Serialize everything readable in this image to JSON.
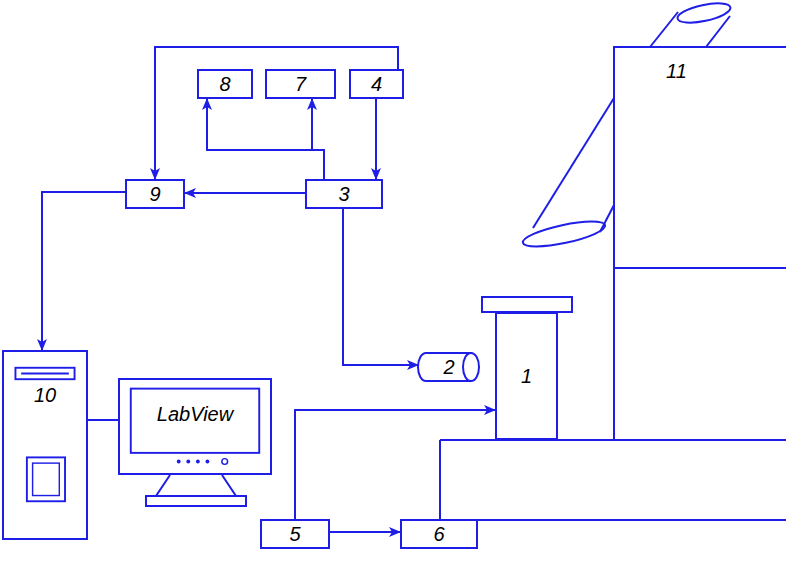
{
  "diagram": {
    "nodes": [
      {
        "text": [
          "8"
        ]
      },
      {
        "text": [
          "7"
        ]
      },
      {
        "text": [
          "4"
        ]
      },
      {
        "text": [
          "9"
        ]
      },
      {
        "text": [
          "3"
        ]
      },
      {
        "text": [
          "1"
        ]
      },
      {
        "text": [
          "2"
        ]
      },
      {
        "text": [
          "10"
        ]
      },
      {
        "text": [
          "LabView"
        ]
      },
      {
        "text": [
          "5"
        ]
      },
      {
        "text": [
          "6"
        ]
      }
    ],
    "edges": [
      {
        "from": 2,
        "to": 4,
        "arrow": "to"
      },
      {
        "from": 2,
        "to": 3,
        "arrow": "to"
      },
      {
        "from": 4,
        "to": 0,
        "arrow": "to"
      },
      {
        "from": 4,
        "to": 1,
        "arrow": "to"
      },
      {
        "from": 4,
        "to": 3,
        "arrow": "to"
      },
      {
        "from": 4,
        "to": 6,
        "arrow": "to"
      },
      {
        "from": 3,
        "to": 7,
        "arrow": "to"
      },
      {
        "from": 7,
        "to": 8,
        "arrow": "none"
      },
      {
        "from": 9,
        "to": 5,
        "arrow": "to"
      },
      {
        "from": 9,
        "to": 10,
        "arrow": "to"
      }
    ],
    "labels": [
      "11"
    ]
  }
}
